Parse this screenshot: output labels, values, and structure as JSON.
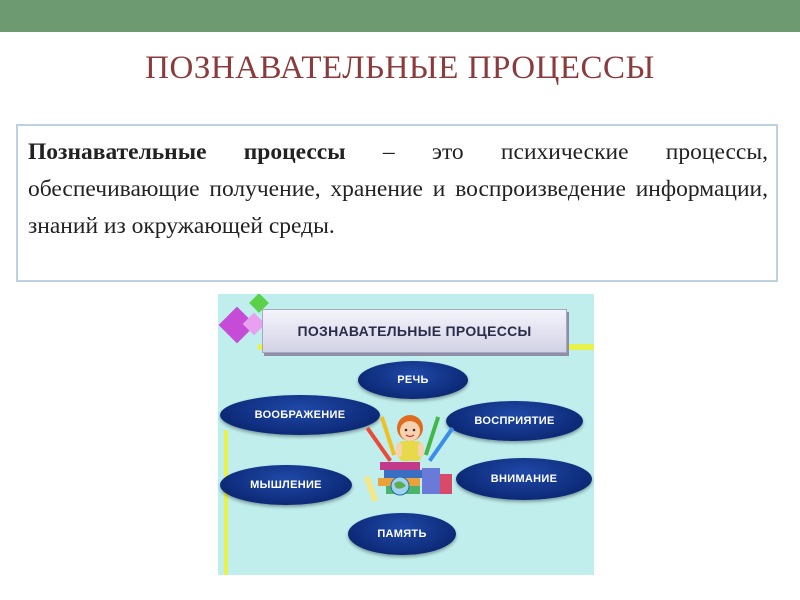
{
  "slide": {
    "title": "ПОЗНАВАТЕЛЬНЫЕ ПРОЦЕССЫ",
    "definition": {
      "term": "Познавательные процессы",
      "body": " – это психические процессы, обеспечивающие получение, хранение и воспроизведение информации, знаний из окружающей среды."
    }
  },
  "diagram": {
    "header": "ПОЗНАВАТЕЛЬНЫЕ ПРОЦЕССЫ",
    "items": {
      "speech": "РЕЧЬ",
      "imagination": "ВООБРАЖЕНИЕ",
      "perception": "ВОСПРИЯТИЕ",
      "thinking": "МЫШЛЕНИЕ",
      "attention": "ВНИМАНИЕ",
      "memory": "ПАМЯТЬ"
    }
  },
  "colors": {
    "top_bar": "#6e9a72",
    "title": "#8b3b3b",
    "diagram_background": "#bfeeed",
    "oval": "#0d2a78"
  }
}
